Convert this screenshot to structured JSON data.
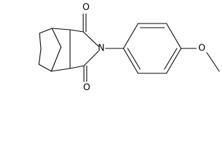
{
  "molecule": {
    "atoms": [
      {
        "id": "O1",
        "symbol": "O"
      },
      {
        "id": "N",
        "symbol": "N"
      },
      {
        "id": "O2",
        "symbol": "O"
      },
      {
        "id": "O3",
        "symbol": "O"
      }
    ],
    "colors": {
      "bond": "#000000",
      "label": "#000000",
      "background": "#ffffff"
    }
  }
}
